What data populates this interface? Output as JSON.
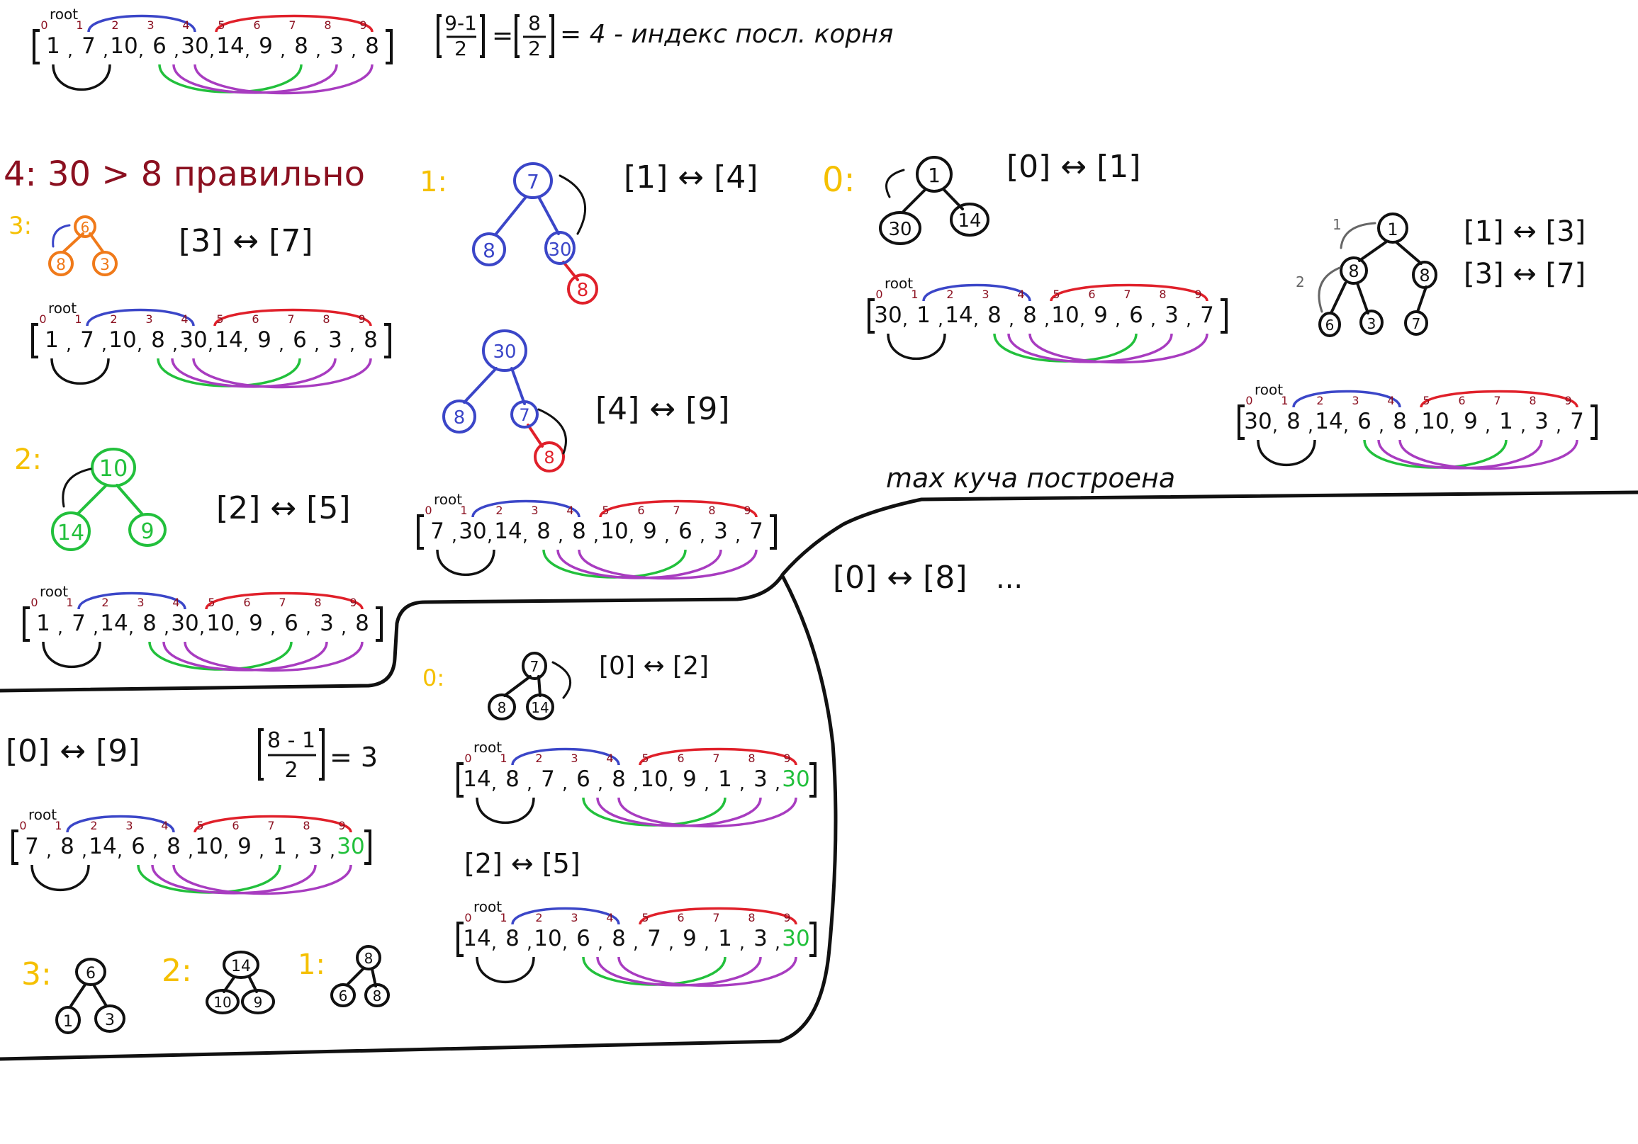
{
  "top": {
    "array": [
      "1",
      "7",
      "10",
      "6",
      "30",
      "14",
      "9",
      "8",
      "3",
      "8"
    ],
    "formula": {
      "num": "9-1",
      "den": "2",
      "mid_num": "8",
      "mid_den": "2",
      "tail": "= 4 - индекс посл. корня"
    }
  },
  "labels": {
    "root": "root",
    "big_comp": "4: 30 > 8 правильно",
    "heap_built": "max куча построена",
    "ellipsis": "...",
    "equals_3": "= 3"
  },
  "stepLabels": {
    "s3": "3:",
    "s2": "2:",
    "s1": "1:",
    "s0": "0:",
    "s1b": "1:",
    "s0b": "0:",
    "b3": "3:",
    "b2": "2:",
    "b1": "1:"
  },
  "swaps": {
    "a": "[3] ↔ [7]",
    "b": "[2] ↔ [5]",
    "c": "[1] ↔ [4]",
    "d": "[4] ↔ [9]",
    "e": "[0] ↔ [1]",
    "f": "[1] ↔ [3]",
    "g": "[3] ↔ [7]",
    "h": "[0] ↔ [8]",
    "i": "[0] ↔ [9]",
    "j": "[0] ↔ [2]",
    "k": "[2] ↔ [5]"
  },
  "arrays": {
    "a1": [
      "1",
      "7",
      "10",
      "8",
      "30",
      "14",
      "9",
      "6",
      "3",
      "8"
    ],
    "a2": [
      "1",
      "7",
      "14",
      "8",
      "30",
      "10",
      "9",
      "6",
      "3",
      "8"
    ],
    "a3": [
      "7",
      "30",
      "14",
      "8",
      "8",
      "10",
      "9",
      "6",
      "3",
      "7"
    ],
    "a4": [
      "30",
      "1",
      "14",
      "8",
      "8",
      "10",
      "9",
      "6",
      "3",
      "7"
    ],
    "a5": [
      "30",
      "8",
      "14",
      "6",
      "8",
      "10",
      "9",
      "1",
      "3",
      "7"
    ],
    "a6": [
      "7",
      "8",
      "14",
      "6",
      "8",
      "10",
      "9",
      "1",
      "3",
      "30"
    ],
    "a7": [
      "14",
      "8",
      "7",
      "6",
      "8",
      "10",
      "9",
      "1",
      "3",
      "30"
    ],
    "a8": [
      "14",
      "8",
      "10",
      "6",
      "8",
      "7",
      "9",
      "1",
      "3",
      "30"
    ]
  },
  "fraction2": {
    "num": "8 - 1",
    "den": "2"
  },
  "colors": {
    "ink": "#111111",
    "idx": "#8b1020",
    "blue": "#3b46c8",
    "red": "#e0202a",
    "green": "#22c03c",
    "purple": "#a83cc0",
    "orange": "#f07a1a",
    "yellow": "#f5c000",
    "gray": "#666666"
  }
}
